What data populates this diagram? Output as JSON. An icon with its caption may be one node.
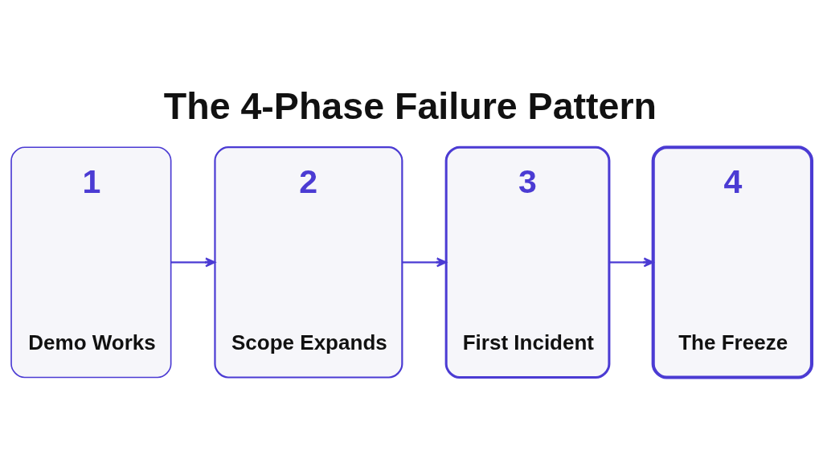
{
  "diagram": {
    "title": "The 4-Phase Failure Pattern",
    "nodes": [
      {
        "text": [
          "1",
          "Demo Works"
        ]
      },
      {
        "text": [
          "2",
          "Scope Expands"
        ]
      },
      {
        "text": [
          "3",
          "First Incident"
        ]
      },
      {
        "text": [
          "4",
          "The Freeze"
        ]
      }
    ],
    "edges": [
      {
        "from": 0,
        "to": 1,
        "arrow": "to"
      },
      {
        "from": 1,
        "to": 2,
        "arrow": "to"
      },
      {
        "from": 2,
        "to": 3,
        "arrow": "to"
      }
    ]
  }
}
